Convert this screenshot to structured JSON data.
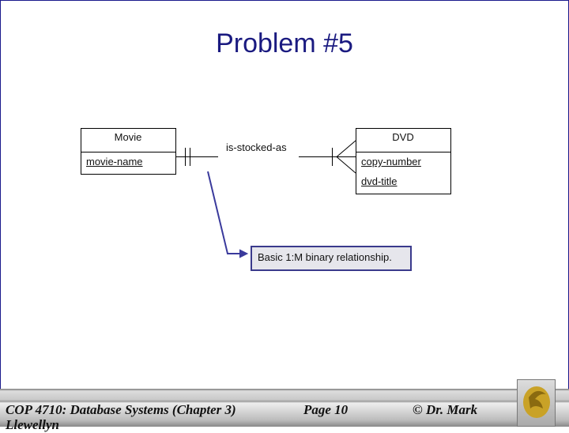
{
  "slide": {
    "title": "Problem #5"
  },
  "diagram": {
    "entities": [
      {
        "name": "Movie",
        "attributes": [
          "movie-name"
        ],
        "key_attributes": [
          "movie-name"
        ]
      },
      {
        "name": "DVD",
        "attributes": [
          "copy-number",
          "dvd-title"
        ],
        "key_attributes": [
          "copy-number",
          "dvd-title"
        ]
      }
    ],
    "relationship": {
      "label": "is-stocked-as",
      "from": "Movie",
      "to": "DVD",
      "from_cardinality": "one-and-only-one",
      "to_cardinality": "one-or-many"
    },
    "note": "Basic 1:M binary relationship.",
    "note_color": "#3a3a8c"
  },
  "footer": {
    "course": "COP 4710: Database Systems  (Chapter 3)",
    "page": "Page 10",
    "author": "© Dr. Mark",
    "author_cont": "Llewellyn",
    "logo": "ucf-pegasus-logo"
  }
}
